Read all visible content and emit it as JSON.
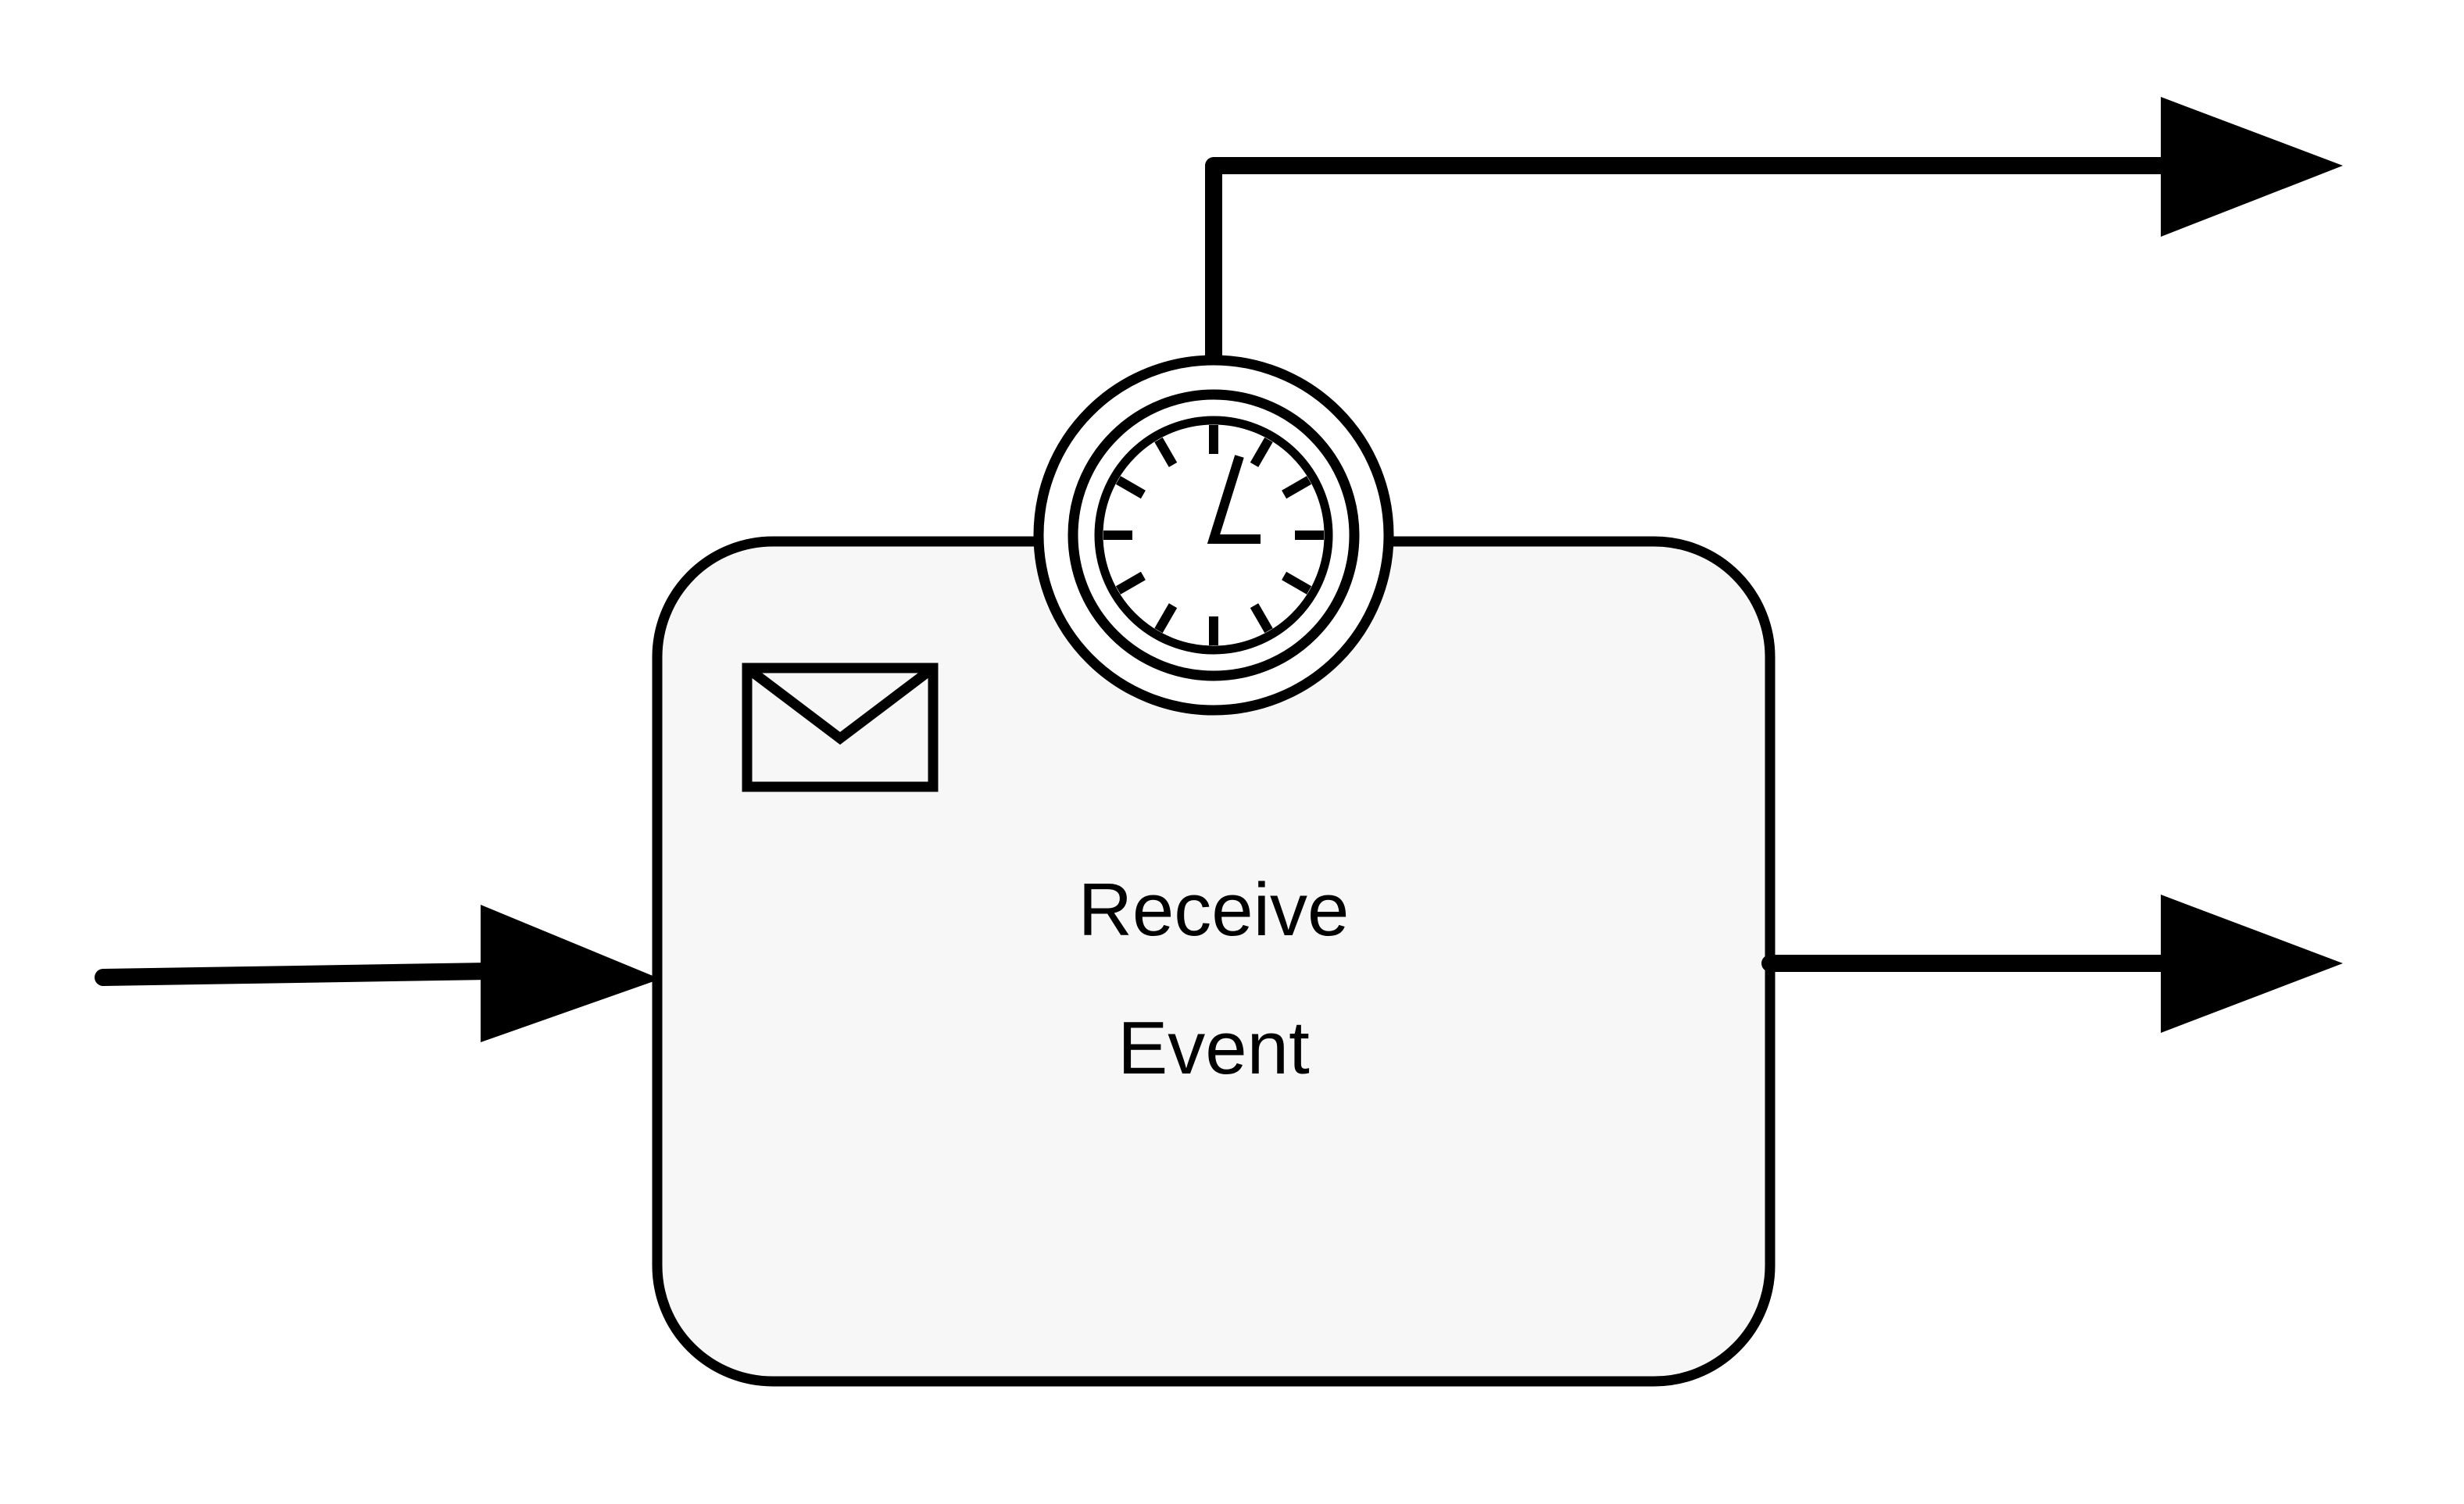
{
  "diagram": {
    "task": {
      "label_line1": "Receive",
      "label_line2": "Event",
      "fill_color": "#f7f7f7",
      "stroke_color": "#000000",
      "marker_icon": "envelope-icon"
    },
    "boundary_event": {
      "icon": "timer-clock-icon",
      "type": "timer",
      "fill_color": "#ffffff"
    },
    "flows": [
      {
        "name": "incoming-flow",
        "icon": "arrowhead"
      },
      {
        "name": "timer-outgoing-flow",
        "icon": "arrowhead"
      },
      {
        "name": "normal-outgoing-flow",
        "icon": "arrowhead"
      }
    ]
  }
}
